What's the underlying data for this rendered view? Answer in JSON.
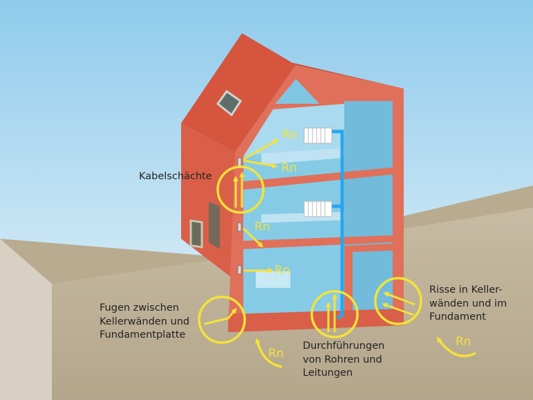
{
  "labels": {
    "kabel": "Kabelschächte",
    "fugen": "Fugen zwischen\nKellerwänden und\nFundamentplatte",
    "durch": "Durchführungen\nvon Rohren und\nLeitungen",
    "risse": "Risse in Keller-\nwänden und im\nFundament"
  },
  "radon": "Rn",
  "colors": {
    "sky_top": "#9fd3ee",
    "sky_bottom": "#eaf4f8",
    "ground": "#b7a98e",
    "wall": "#e0705a",
    "roof": "#d5553f",
    "interior": "#7ec6e3",
    "pipe": "#2aa6ea",
    "marker": "#f4e23a"
  }
}
